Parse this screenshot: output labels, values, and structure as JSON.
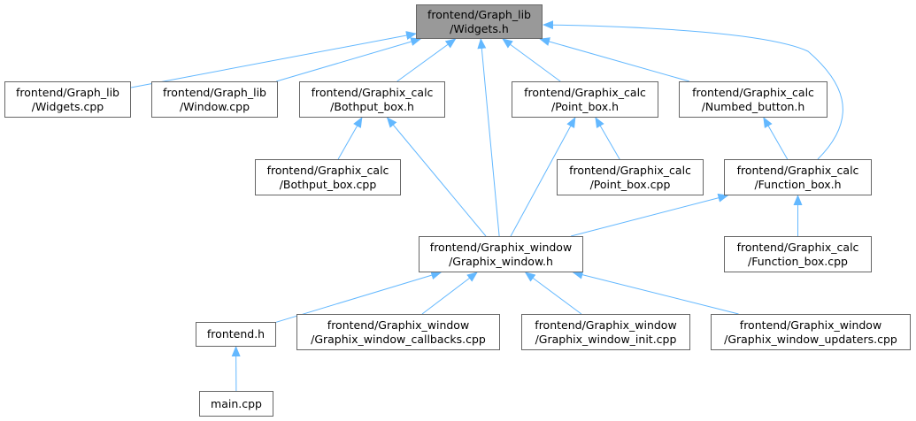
{
  "diagram": {
    "title": "",
    "colors": {
      "edge": "#63b8ff",
      "border": "#666666",
      "focus_fill": "#999999",
      "node_fill": "#ffffff"
    },
    "nodes": {
      "widgets_h": {
        "line1": "frontend/Graph_lib",
        "line2": "/Widgets.h"
      },
      "widgets_cpp": {
        "line1": "frontend/Graph_lib",
        "line2": "/Widgets.cpp"
      },
      "window_cpp": {
        "line1": "frontend/Graph_lib",
        "line2": "/Window.cpp"
      },
      "bothput_box_h": {
        "line1": "frontend/Graphix_calc",
        "line2": "/Bothput_box.h"
      },
      "point_box_h": {
        "line1": "frontend/Graphix_calc",
        "line2": "/Point_box.h"
      },
      "numbed_button_h": {
        "line1": "frontend/Graphix_calc",
        "line2": "/Numbed_button.h"
      },
      "bothput_box_cpp": {
        "line1": "frontend/Graphix_calc",
        "line2": "/Bothput_box.cpp"
      },
      "point_box_cpp": {
        "line1": "frontend/Graphix_calc",
        "line2": "/Point_box.cpp"
      },
      "function_box_h": {
        "line1": "frontend/Graphix_calc",
        "line2": "/Function_box.h"
      },
      "graphix_window_h": {
        "line1": "frontend/Graphix_window",
        "line2": "/Graphix_window.h"
      },
      "function_box_cpp": {
        "line1": "frontend/Graphix_calc",
        "line2": "/Function_box.cpp"
      },
      "frontend_h": {
        "line1": "frontend.h"
      },
      "callbacks_cpp": {
        "line1": "frontend/Graphix_window",
        "line2": "/Graphix_window_callbacks.cpp"
      },
      "init_cpp": {
        "line1": "frontend/Graphix_window",
        "line2": "/Graphix_window_init.cpp"
      },
      "updaters_cpp": {
        "line1": "frontend/Graphix_window",
        "line2": "/Graphix_window_updaters.cpp"
      },
      "main_cpp": {
        "line1": "main.cpp"
      }
    },
    "edges": [
      {
        "from": "widgets_cpp",
        "to": "widgets_h"
      },
      {
        "from": "window_cpp",
        "to": "widgets_h"
      },
      {
        "from": "bothput_box_h",
        "to": "widgets_h"
      },
      {
        "from": "graphix_window_h",
        "to": "widgets_h"
      },
      {
        "from": "point_box_h",
        "to": "widgets_h"
      },
      {
        "from": "numbed_button_h",
        "to": "widgets_h"
      },
      {
        "from": "function_box_h",
        "to": "widgets_h"
      },
      {
        "from": "bothput_box_cpp",
        "to": "bothput_box_h"
      },
      {
        "from": "graphix_window_h",
        "to": "bothput_box_h"
      },
      {
        "from": "graphix_window_h",
        "to": "point_box_h"
      },
      {
        "from": "point_box_cpp",
        "to": "point_box_h"
      },
      {
        "from": "function_box_h",
        "to": "numbed_button_h"
      },
      {
        "from": "graphix_window_h",
        "to": "function_box_h"
      },
      {
        "from": "function_box_cpp",
        "to": "function_box_h"
      },
      {
        "from": "frontend_h",
        "to": "graphix_window_h"
      },
      {
        "from": "callbacks_cpp",
        "to": "graphix_window_h"
      },
      {
        "from": "init_cpp",
        "to": "graphix_window_h"
      },
      {
        "from": "updaters_cpp",
        "to": "graphix_window_h"
      },
      {
        "from": "main_cpp",
        "to": "frontend_h"
      }
    ]
  }
}
